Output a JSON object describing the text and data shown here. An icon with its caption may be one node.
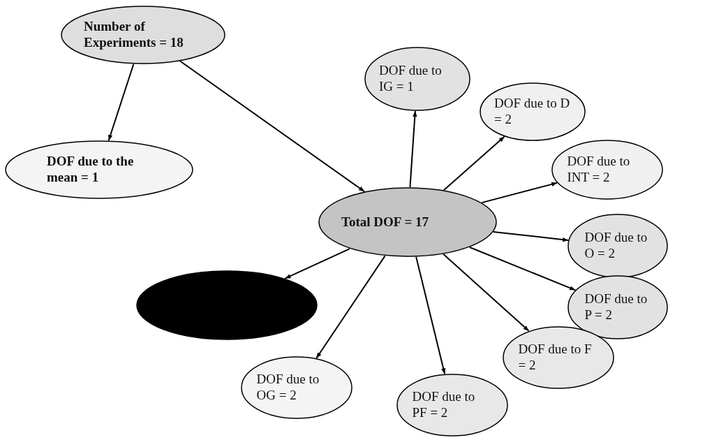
{
  "diagram": {
    "nodes": [
      {
        "text": [
          "Number of Experiments = 18"
        ]
      },
      {
        "text": [
          "DOF due to the mean = 1"
        ]
      },
      {
        "text": [
          "Total DOF = 17"
        ]
      },
      {
        "text": [
          "DOF due to IG = 1"
        ]
      },
      {
        "text": [
          "DOF due to D = 2"
        ]
      },
      {
        "text": [
          "DOF due to INT = 2"
        ]
      },
      {
        "text": [
          "DOF due to O = 2"
        ]
      },
      {
        "text": [
          "DOF due to P = 2"
        ]
      },
      {
        "text": [
          "DOF due to F = 2"
        ]
      },
      {
        "text": [
          "DOF due to PF = 2"
        ]
      },
      {
        "text": [
          "DOF due to OG = 2"
        ]
      },
      {
        "text": [],
        "shape": "ellipse"
      }
    ],
    "edges": [
      {
        "from": 0,
        "to": 1,
        "arrow": "to"
      },
      {
        "from": 0,
        "to": 2,
        "arrow": "to"
      },
      {
        "from": 2,
        "to": 3,
        "arrow": "to"
      },
      {
        "from": 2,
        "to": 4,
        "arrow": "to"
      },
      {
        "from": 2,
        "to": 5,
        "arrow": "to"
      },
      {
        "from": 2,
        "to": 6,
        "arrow": "to"
      },
      {
        "from": 2,
        "to": 7,
        "arrow": "to"
      },
      {
        "from": 2,
        "to": 8,
        "arrow": "to"
      },
      {
        "from": 2,
        "to": 9,
        "arrow": "to"
      },
      {
        "from": 2,
        "to": 10,
        "arrow": "to"
      },
      {
        "from": 2,
        "to": 11,
        "arrow": "to"
      }
    ]
  }
}
